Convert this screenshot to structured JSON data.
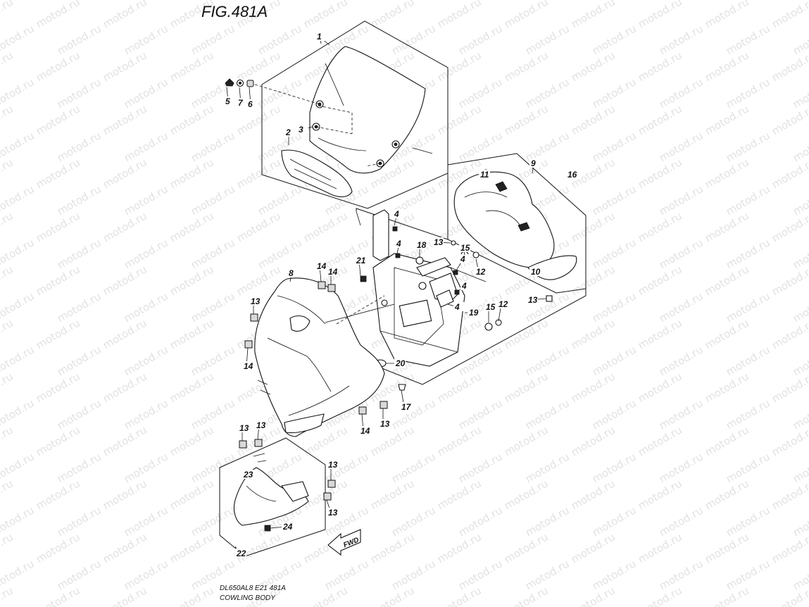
{
  "figure_title": "FIG.481A",
  "footer": {
    "code": "DL650AL8  E21  481A",
    "section": "COWLING BODY"
  },
  "watermark": "motod.ru",
  "fwd_label": "FWD",
  "callouts": [
    "1",
    "2",
    "3",
    "4",
    "5",
    "6",
    "7",
    "8",
    "9",
    "10",
    "11",
    "12",
    "13",
    "14",
    "15",
    "16",
    "17",
    "18",
    "19",
    "20",
    "21",
    "22",
    "23",
    "24"
  ]
}
